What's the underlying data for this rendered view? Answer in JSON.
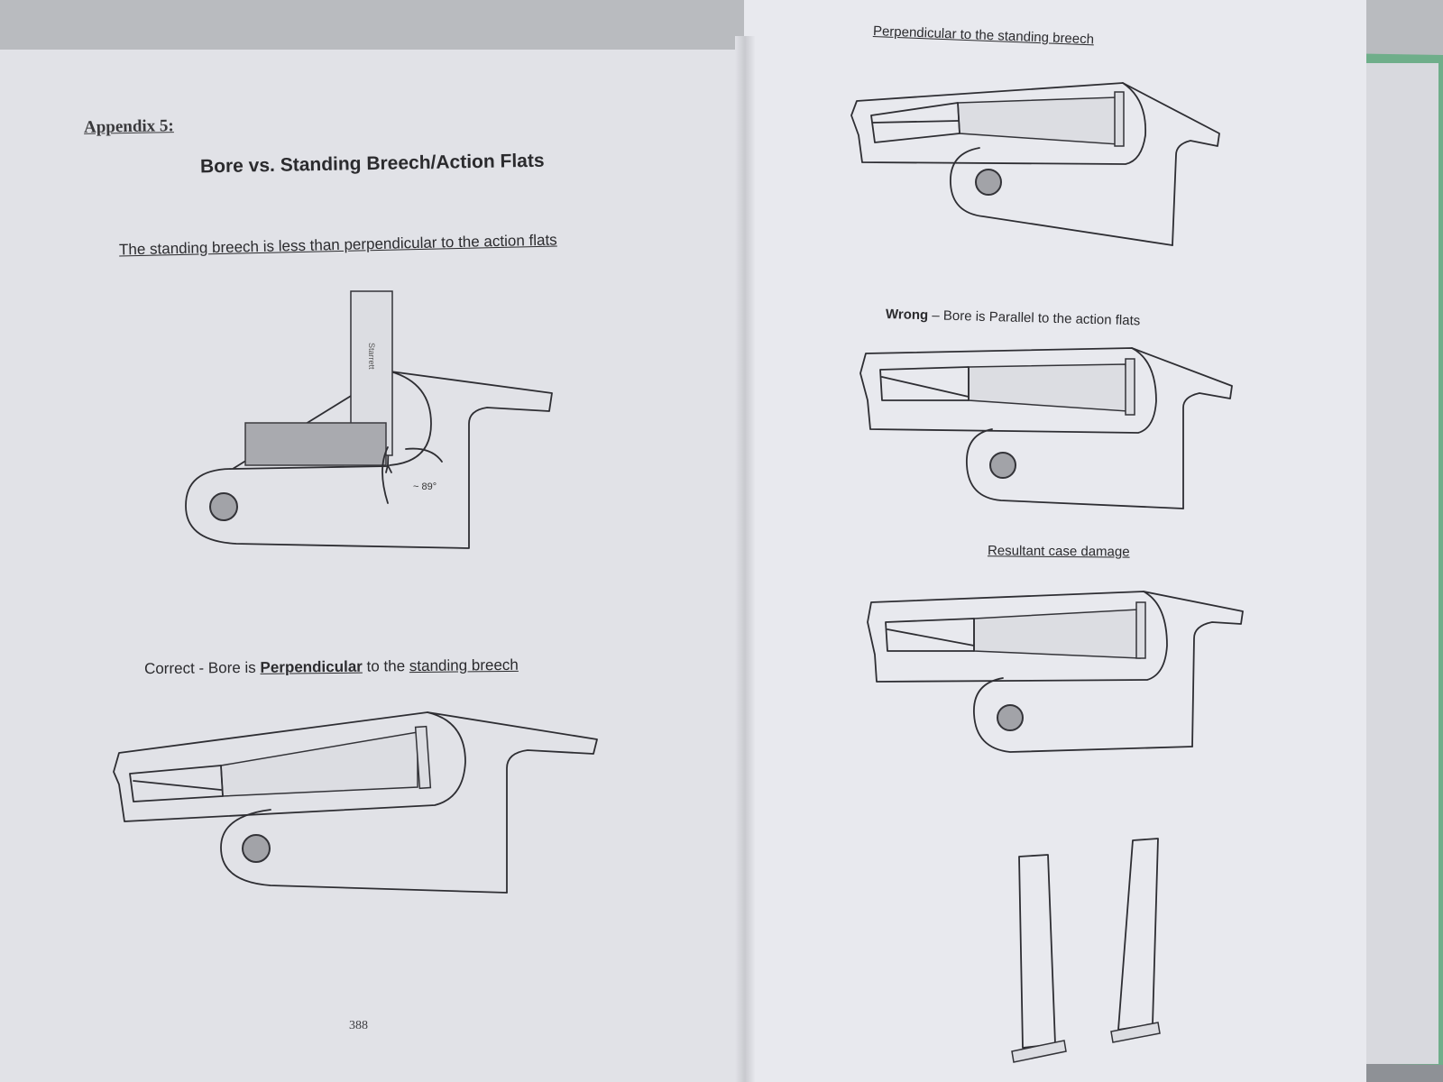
{
  "left_page": {
    "appendix_label": "Appendix 5:",
    "title": "Bore vs. Standing Breech/Action Flats",
    "caption_less": "The standing breech is less than perpendicular to the action flats",
    "square_brand": "Starrett",
    "angle_label": "~ 89°",
    "caption_correct": {
      "part1": "Correct - Bore is ",
      "emph": "Perpendicular",
      "part2": " to the ",
      "underlined": "standing breech"
    },
    "page_number": "388"
  },
  "right_page": {
    "caption_perp": "Perpendicular to the standing breech",
    "caption_wrong": {
      "bold": "Wrong",
      "rest": " – Bore is Parallel to the action flats"
    },
    "caption_result": "Resultant case damage"
  },
  "colors": {
    "page": "#e4e5ea",
    "ink": "#2e2e33",
    "fill_grey": "#a9aaaf",
    "desk_green": "#6fae8a"
  }
}
